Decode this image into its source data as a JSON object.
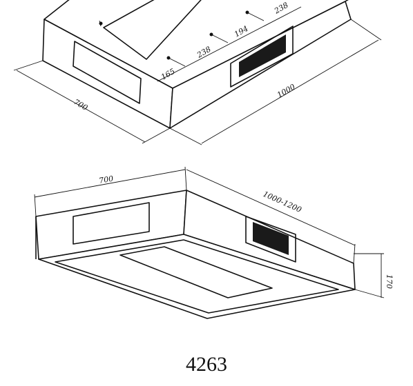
{
  "top_view": {
    "dim_depth": "700",
    "dim_width": "1000",
    "dim_spacing_1": "165",
    "dim_spacing_2": "238",
    "dim_spacing_3": "194",
    "dim_spacing_4": "238"
  },
  "bottom_view": {
    "dim_depth": "700",
    "dim_width": "1000-1200",
    "dim_height": "170"
  },
  "model_number": "4263"
}
